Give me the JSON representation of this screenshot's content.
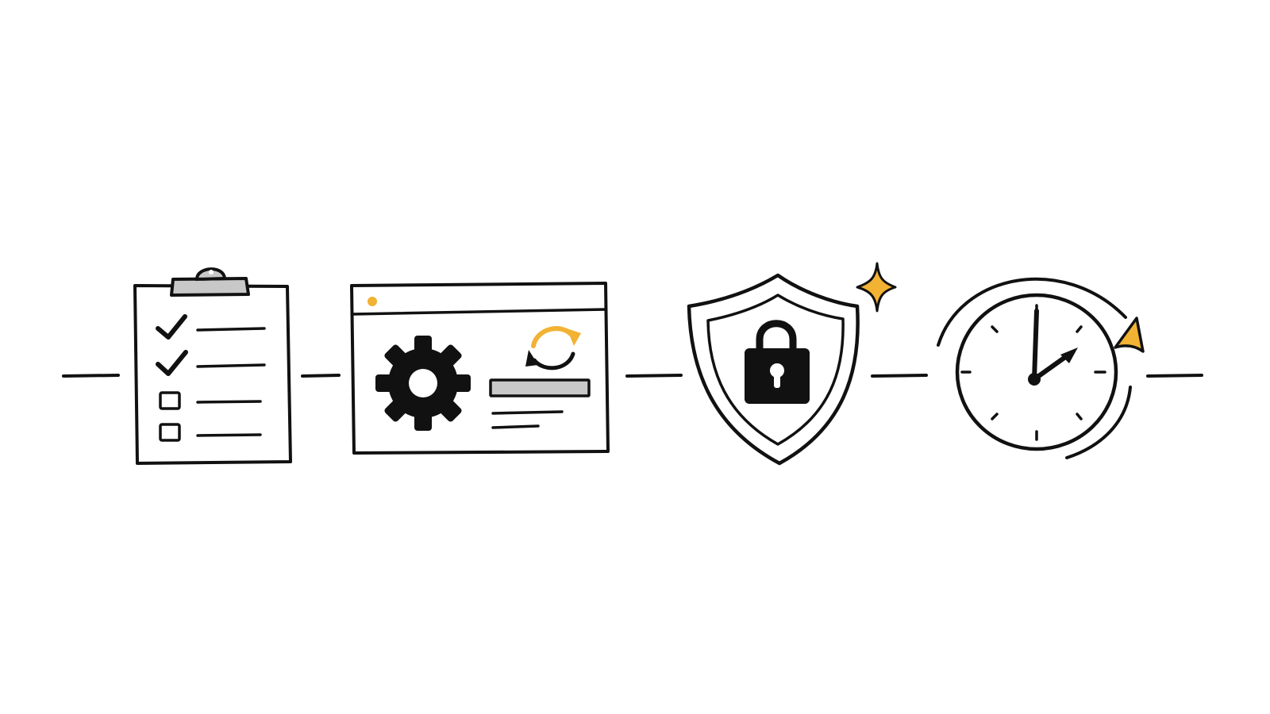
{
  "diagram": {
    "type": "icon-process-flow",
    "steps": [
      {
        "id": "checklist",
        "icon": "clipboard-checklist-icon",
        "items": [
          {
            "state": "checked"
          },
          {
            "state": "checked"
          },
          {
            "state": "unchecked"
          },
          {
            "state": "unchecked"
          }
        ]
      },
      {
        "id": "configure",
        "icon": "settings-window-icon"
      },
      {
        "id": "secure",
        "icon": "security-shield-lock-icon"
      },
      {
        "id": "schedule",
        "icon": "clock-refresh-icon"
      }
    ],
    "connectors": 5
  },
  "colors": {
    "ink": "#111111",
    "accent": "#F2B233",
    "gray": "#C8C8C8",
    "background": "#FFFFFF"
  }
}
